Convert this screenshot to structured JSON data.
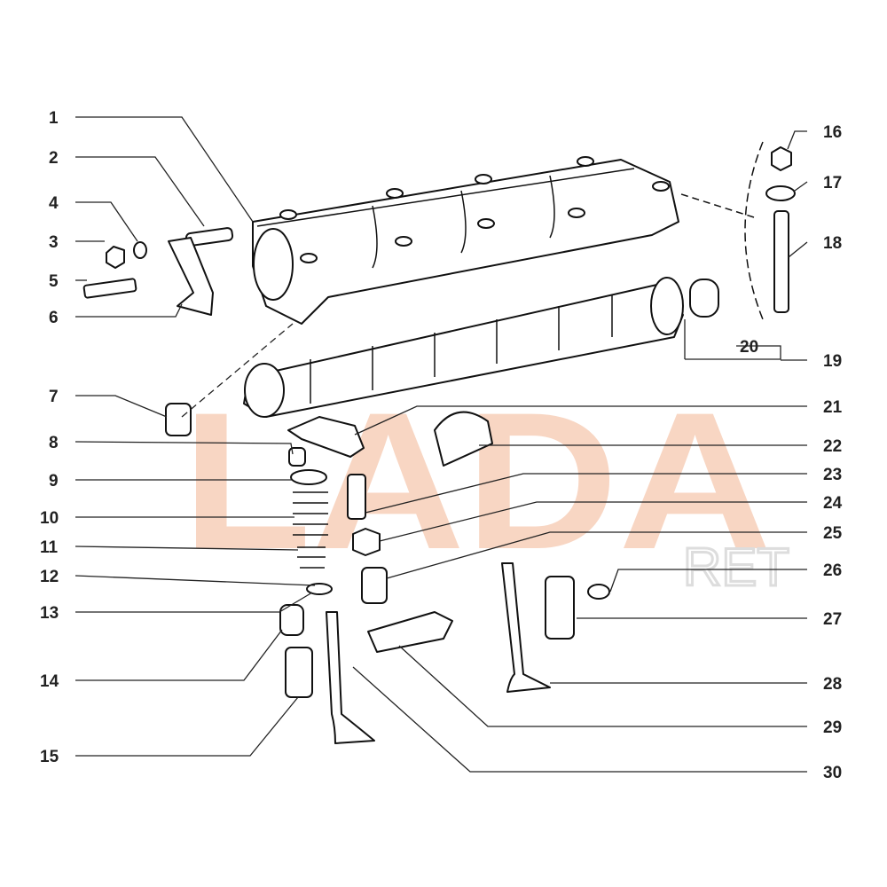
{
  "diagram": {
    "title": "Camshaft and valve mechanism exploded view",
    "watermark": {
      "main": "LADA",
      "sub": "RET"
    },
    "callouts_left": [
      "1",
      "2",
      "4",
      "3",
      "5",
      "6",
      "7",
      "8",
      "9",
      "10",
      "11",
      "12",
      "13",
      "14",
      "15"
    ],
    "callouts_right": [
      "16",
      "17",
      "18",
      "20",
      "19",
      "21",
      "22",
      "23",
      "24",
      "25",
      "26",
      "27",
      "28",
      "29",
      "30"
    ]
  }
}
